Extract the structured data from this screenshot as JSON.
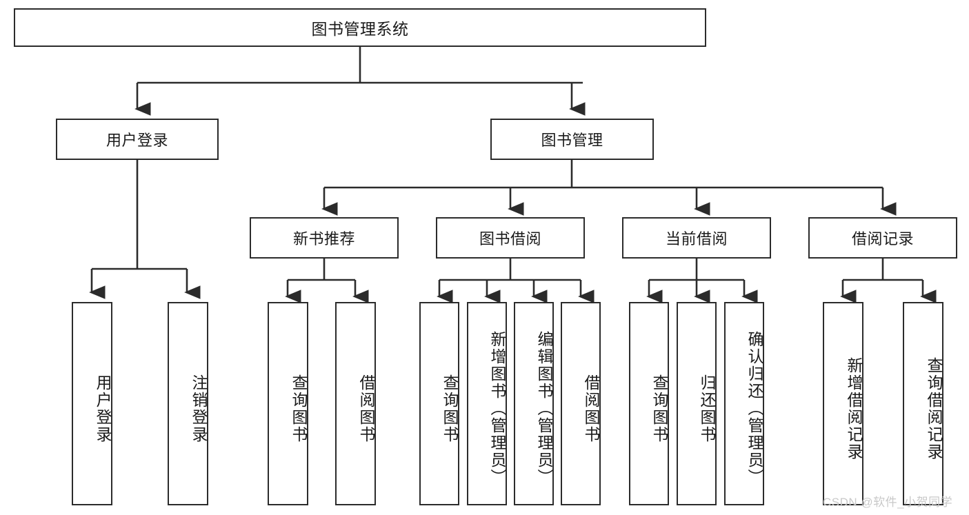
{
  "diagram": {
    "title": "图书管理系统",
    "type": "tree-hierarchy-diagram",
    "root": {
      "id": "root",
      "label": "图书管理系统"
    },
    "level1": [
      {
        "id": "user-login",
        "label": "用户登录"
      },
      {
        "id": "book-management",
        "label": "图书管理"
      }
    ],
    "level2": [
      {
        "id": "new-book-recommend",
        "label": "新书推荐",
        "parent": "book-management"
      },
      {
        "id": "book-borrow",
        "label": "图书借阅",
        "parent": "book-management"
      },
      {
        "id": "current-borrow",
        "label": "当前借阅",
        "parent": "book-management"
      },
      {
        "id": "borrow-record",
        "label": "借阅记录",
        "parent": "book-management"
      }
    ],
    "leaves": [
      {
        "id": "leaf-user-login",
        "label": "用户登录",
        "parent": "user-login"
      },
      {
        "id": "leaf-logout-login",
        "label": "注销登录",
        "parent": "user-login"
      },
      {
        "id": "leaf-query-book-1",
        "label": "查询图书",
        "parent": "new-book-recommend"
      },
      {
        "id": "leaf-borrow-book-1",
        "label": "借阅图书",
        "parent": "new-book-recommend"
      },
      {
        "id": "leaf-query-book-2",
        "label": "查询图书",
        "parent": "book-borrow"
      },
      {
        "id": "leaf-add-book",
        "label": "新增图书（管理员）",
        "parent": "book-borrow"
      },
      {
        "id": "leaf-edit-book",
        "label": "编辑图书（管理员）",
        "parent": "book-borrow"
      },
      {
        "id": "leaf-borrow-book-2",
        "label": "借阅图书",
        "parent": "book-borrow"
      },
      {
        "id": "leaf-query-book-3",
        "label": "查询图书",
        "parent": "current-borrow"
      },
      {
        "id": "leaf-return-book",
        "label": "归还图书",
        "parent": "current-borrow"
      },
      {
        "id": "leaf-confirm-return",
        "label": "确认归还（管理员）",
        "parent": "current-borrow"
      },
      {
        "id": "leaf-add-record",
        "label": "新增借阅记录",
        "parent": "borrow-record"
      },
      {
        "id": "leaf-query-record",
        "label": "查询借阅记录",
        "parent": "borrow-record"
      }
    ]
  },
  "watermark": {
    "text": "CSDN @软件_小贺同学"
  },
  "colors": {
    "border": "#2b2b2b",
    "background": "#ffffff",
    "text": "#1a1a1a",
    "watermark": "#c9c9c9"
  }
}
